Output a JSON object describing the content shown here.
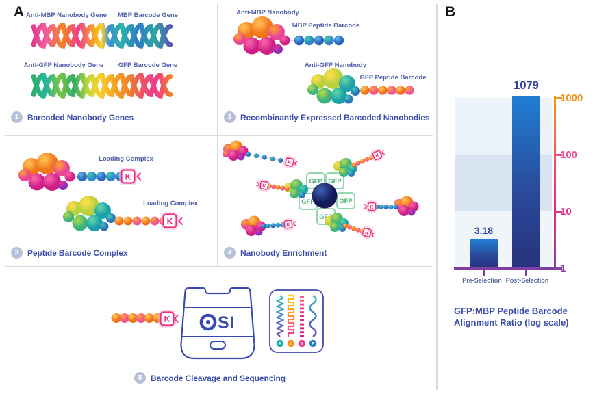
{
  "figure": {
    "panel_a_label": "A",
    "panel_b_label": "B"
  },
  "steps": {
    "s1": {
      "num": "1",
      "caption": "Barcoded Nanobody Genes"
    },
    "s2": {
      "num": "2",
      "caption": "Recombinantly Expressed Barcoded Nanobodies"
    },
    "s3": {
      "num": "3",
      "caption": "Peptide Barcode Complex"
    },
    "s4": {
      "num": "4",
      "caption": "Nanobody Enrichment"
    },
    "s5": {
      "num": "5",
      "caption": "Barcode Cleavage and Sequencing"
    }
  },
  "labels": {
    "anti_mbp_gene": "Anti-MBP Nanobody Gene",
    "mbp_barcode_gene": "MBP Barcode Gene",
    "anti_gfp_gene": "Anti-GFP Nanobody Gene",
    "gfp_barcode_gene": "GFP Barcode Gene",
    "anti_mbp_nb": "Anti-MBP Nanobody",
    "mbp_peptide_bc": "MBP Peptide Barcode",
    "anti_gfp_nb": "Anti-GFP Nanobody",
    "gfp_peptide_bc": "GFP Peptide Barcode",
    "loading_complex": "Loading Complex",
    "gfp_tag": "GFP",
    "k_tag": "K"
  },
  "device": {
    "logo_mark": "Q",
    "logo_text": "SI"
  },
  "traces": [
    "A",
    "L",
    "I",
    "F"
  ],
  "chart_data": {
    "type": "bar",
    "scale": "log",
    "categories": [
      "Pre-Selection",
      "Post-Selection"
    ],
    "values": [
      3.18,
      1079
    ],
    "value_labels": [
      "3.18",
      "1079"
    ],
    "yticks": [
      "1",
      "10",
      "100",
      "1000"
    ],
    "ylim": [
      1,
      1000
    ],
    "title": "GFP:MBP Peptide Barcode Alignment Ratio (log scale)",
    "grid": "banded-decades",
    "legend": "none",
    "colors": {
      "bar_top": "#1f7ed3",
      "bar_bottom": "#27327d",
      "axis_gradient": [
        "#f7941d",
        "#ee2d7f",
        "#8a3fa0"
      ],
      "tick_1000": "#f7941d",
      "tick_100": "#f04a93",
      "tick_10": "#e8308a",
      "tick_1": "#8a3fa0"
    }
  }
}
